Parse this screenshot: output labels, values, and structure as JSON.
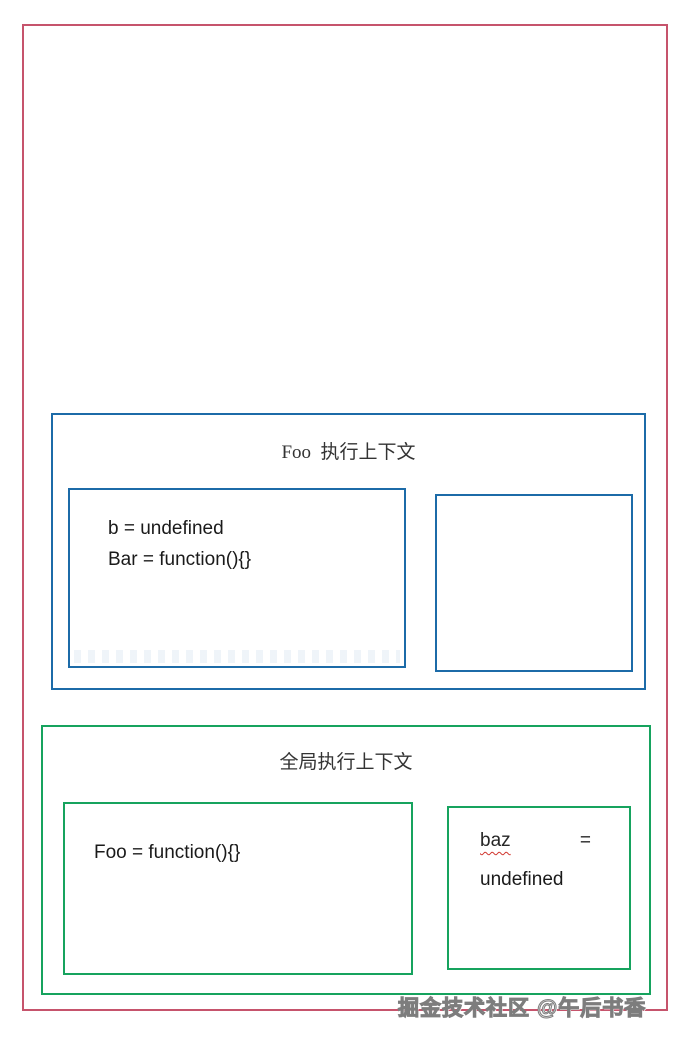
{
  "colors": {
    "frame_red": "#c6546c",
    "context_blue": "#1c6ba8",
    "context_green": "#16a35e",
    "text": "#262626",
    "squiggle_red": "#d0342c",
    "watermark_gray": "#7d7d7d"
  },
  "foo_context": {
    "title": "Foo  执行上下文",
    "variable_object": {
      "lines": [
        "b = undefined",
        "Bar = function(){}"
      ]
    }
  },
  "global_context": {
    "title": "全局执行上下文",
    "variable_object": {
      "lines": [
        "Foo = function(){}"
      ]
    },
    "baz_box": {
      "word": "baz",
      "equals": "=",
      "value": "undefined"
    }
  },
  "watermark": {
    "text": "掘金技术社区 @午后书香"
  }
}
